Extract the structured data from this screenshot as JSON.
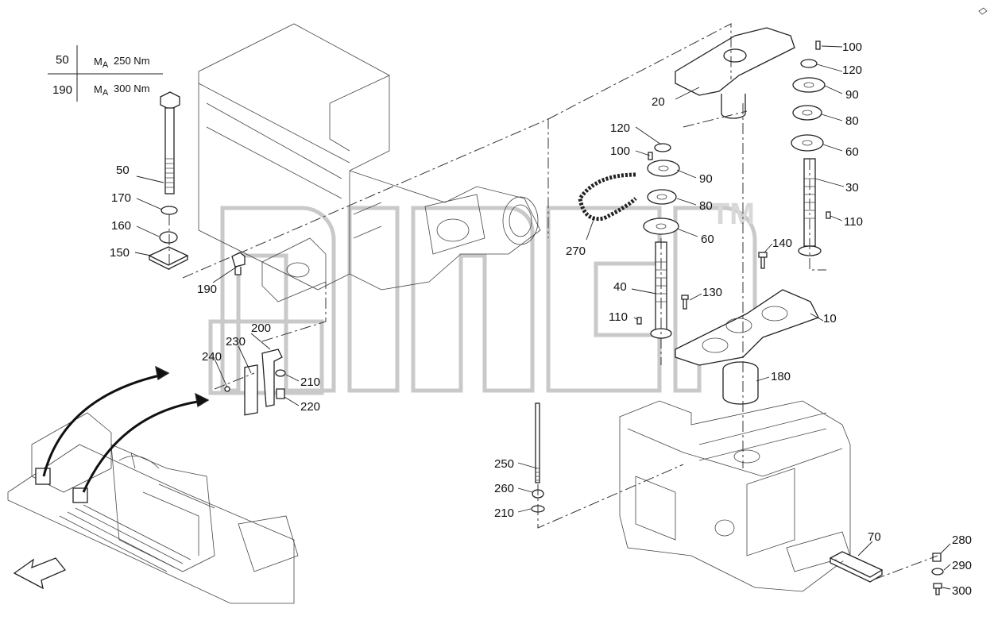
{
  "torque_table": {
    "rows": [
      {
        "part": "50",
        "torque_prefix": "M",
        "torque_sub": "A",
        "torque_value": "250 Nm"
      },
      {
        "part": "190",
        "torque_prefix": "M",
        "torque_sub": "A",
        "torque_value": "300 Nm"
      }
    ]
  },
  "watermark": {
    "mark": "TM"
  },
  "labels": {
    "l10": "10",
    "l20": "20",
    "l30": "30",
    "l40": "40",
    "l50": "50",
    "l60a": "60",
    "l60b": "60",
    "l70": "70",
    "l80a": "80",
    "l80b": "80",
    "l90a": "90",
    "l90b": "90",
    "l100a": "100",
    "l100b": "100",
    "l110a": "110",
    "l110b": "110",
    "l120a": "120",
    "l120b": "120",
    "l130": "130",
    "l140": "140",
    "l150": "150",
    "l160": "160",
    "l170": "170",
    "l180": "180",
    "l190": "190",
    "l200": "200",
    "l210a": "210",
    "l210b": "210",
    "l220": "220",
    "l230": "230",
    "l240": "240",
    "l250": "250",
    "l260": "260",
    "l270": "270",
    "l280": "280",
    "l290": "290",
    "l300": "300"
  }
}
